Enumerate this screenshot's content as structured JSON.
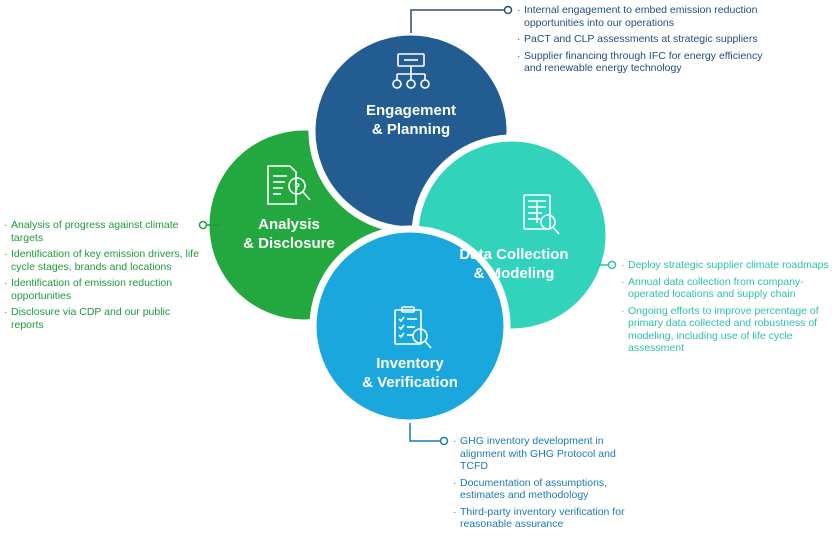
{
  "colors": {
    "engagement": "#235c91",
    "analysis": "#22a83f",
    "data_collection": "#31d3bb",
    "inventory": "#1aa7de",
    "connector": "#2d4b6b"
  },
  "circles": {
    "engagement": {
      "line1": "Engagement",
      "line2": "& Planning",
      "icon": "flowchart-icon"
    },
    "analysis": {
      "line1": "Analysis",
      "line2": "& Disclosure",
      "icon": "document-search-icon"
    },
    "data_collection": {
      "line1": "Data Collection",
      "line2": "& Modeling",
      "icon": "spreadsheet-search-icon"
    },
    "inventory": {
      "line1": "Inventory",
      "line2": "& Verification",
      "icon": "checklist-search-icon"
    }
  },
  "lists": {
    "engagement": [
      "Internal engagement to embed emission reduction opportunities into our operations",
      "PaCT and CLP assessments at strategic suppliers",
      "Supplier financing through IFC for energy efficiency and renewable energy technology"
    ],
    "analysis": [
      "Analysis of progress against climate targets",
      "Identification of key emission drivers, life cycle stages, brands and locations",
      "Identification of emission reduction opportunities",
      "Disclosure via CDP and our public reports"
    ],
    "data_collection": [
      "Deploy strategic supplier climate roadmaps",
      "Annual data collection from company-operated locations and supply chain",
      "Ongoing efforts to improve percentage of primary data collected and robustness of modeling, including use of life cycle assessment"
    ],
    "inventory": [
      "GHG inventory development in alignment with GHG Protocol and TCFD",
      "Documentation of assumptions, estimates and methodology",
      "Third-party inventory verification for reasonable assurance"
    ]
  }
}
